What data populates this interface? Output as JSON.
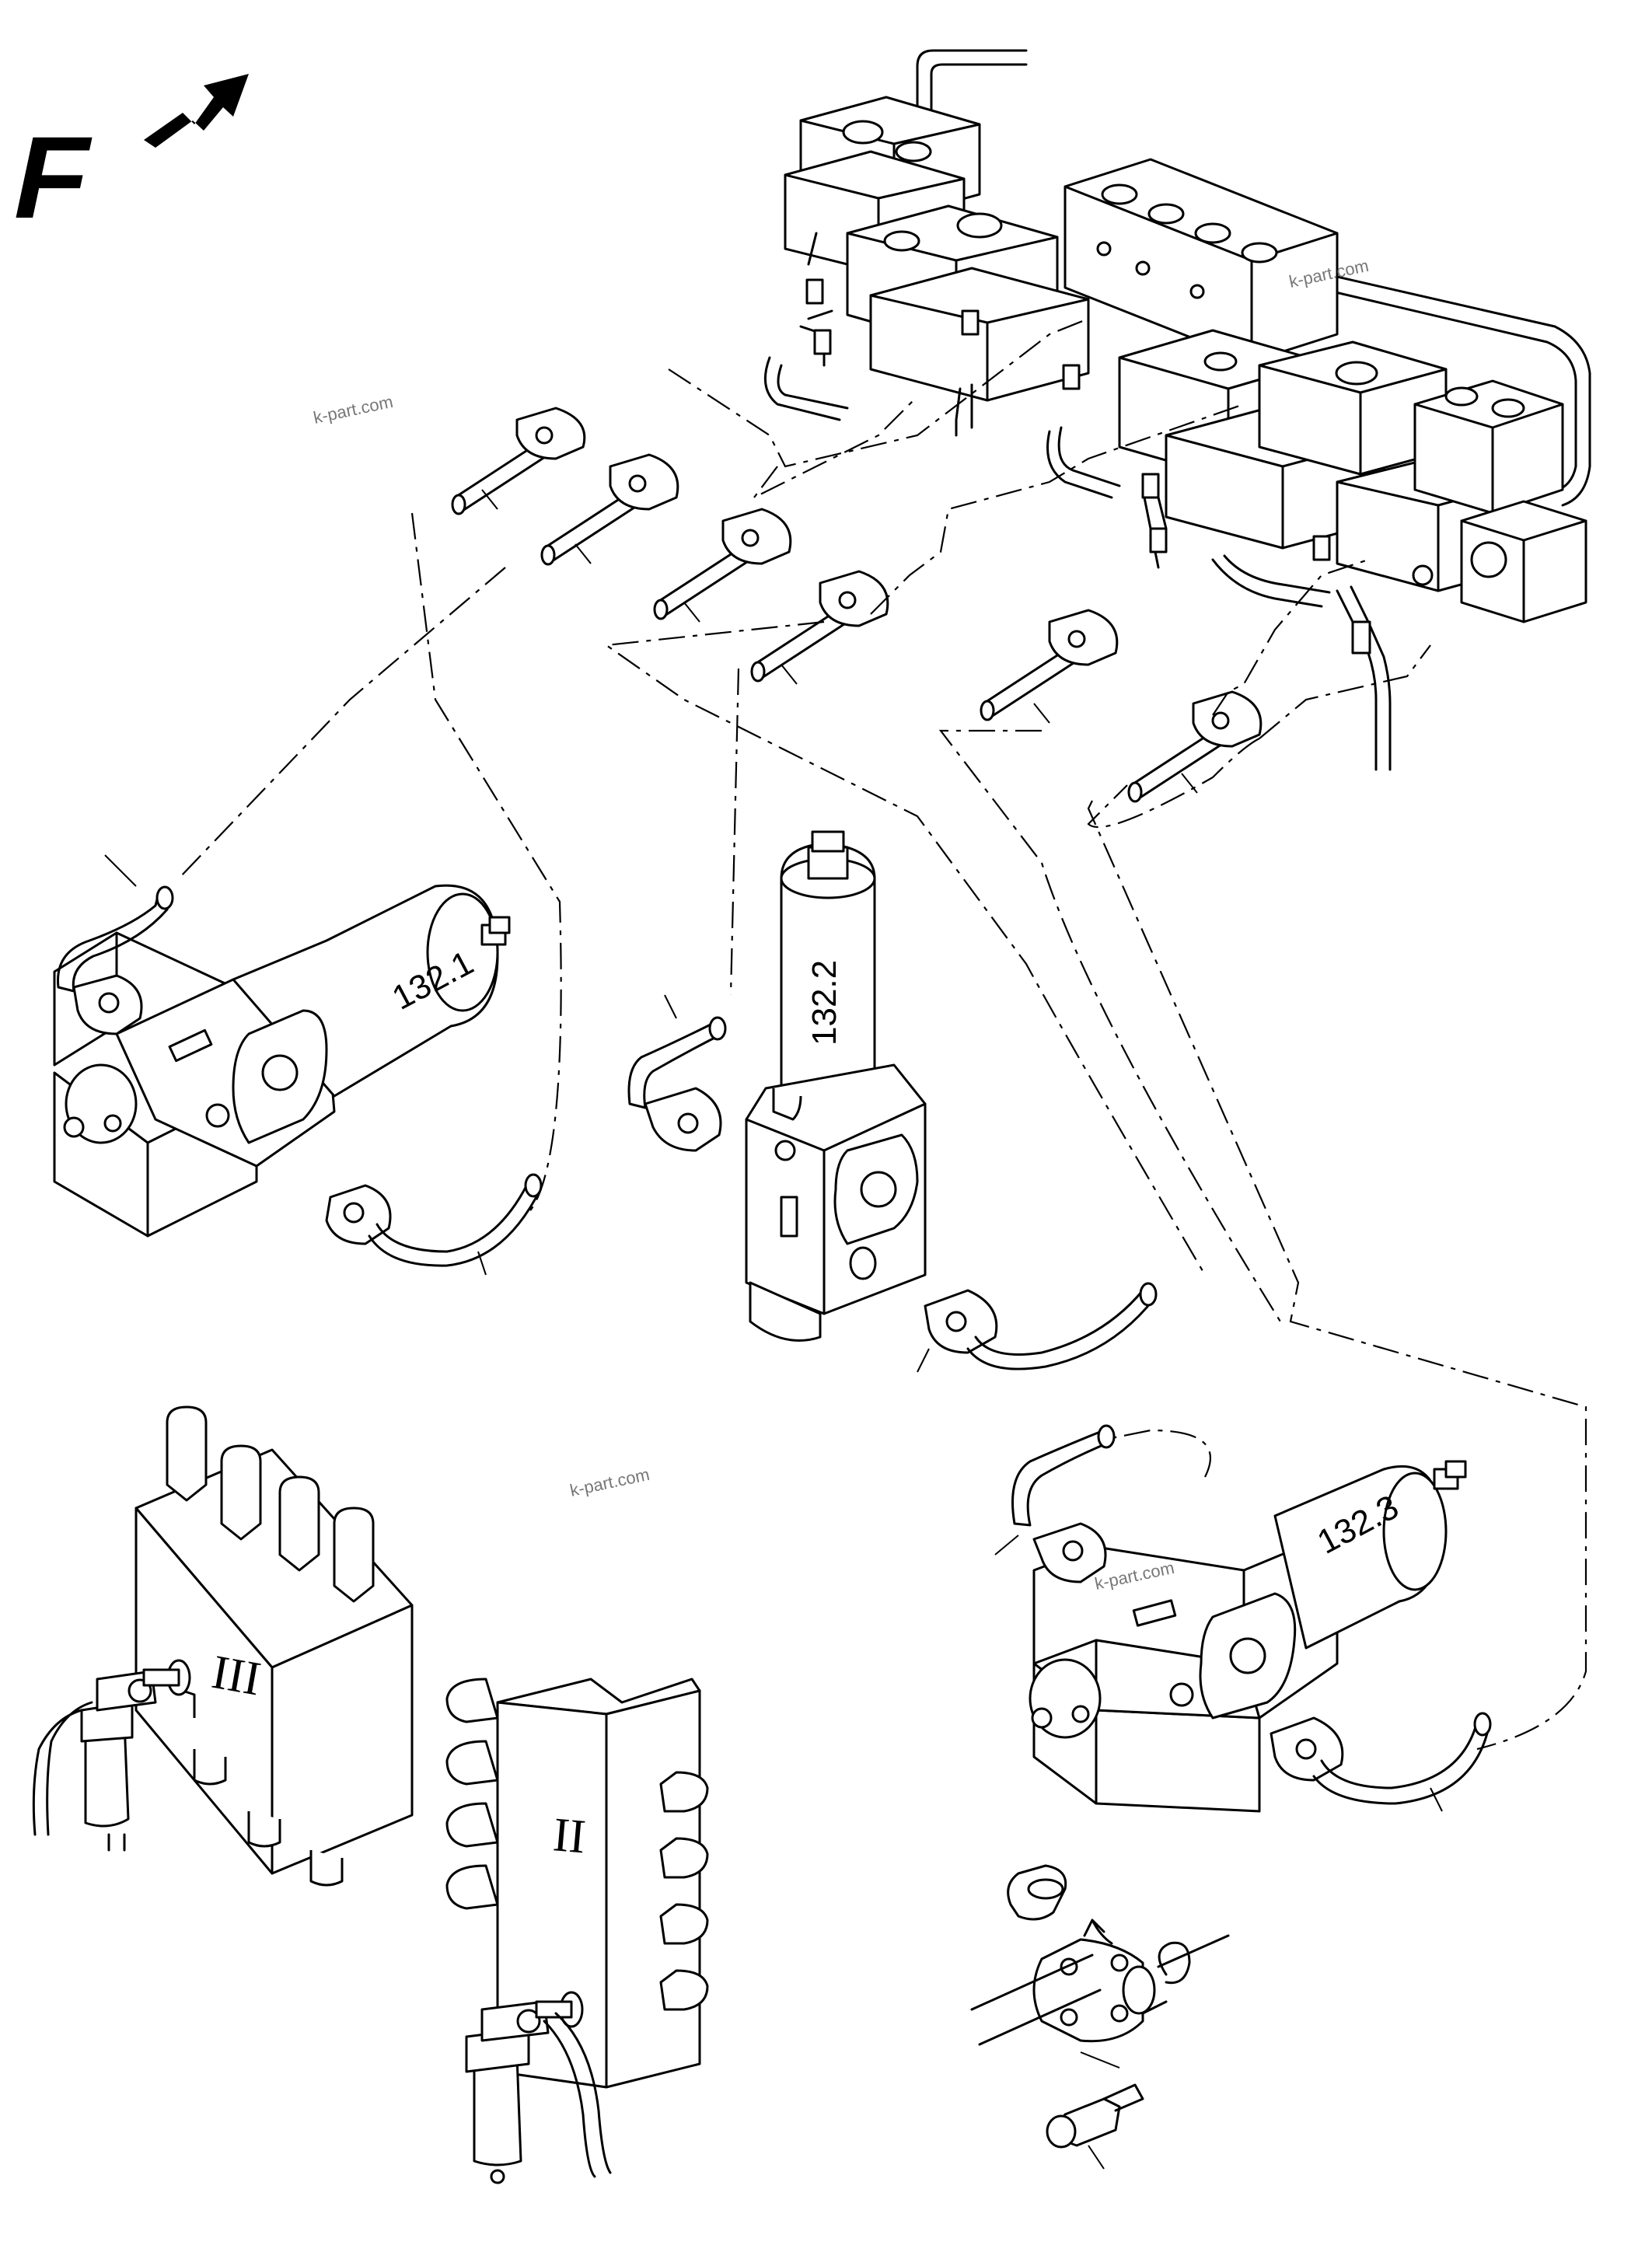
{
  "direction": {
    "letter": "F",
    "arrow_icon": "forward-arrow-icon"
  },
  "pumps": [
    {
      "label": "132.1"
    },
    {
      "label": "132.2"
    },
    {
      "label": "132.3"
    }
  ],
  "manifolds": [
    {
      "label": "III"
    },
    {
      "label": "II"
    }
  ],
  "watermarks": [
    "k-part.com",
    "k-part.com",
    "k-part.com",
    "k-part.com"
  ],
  "colors": {
    "line": "#000000",
    "background": "#ffffff",
    "watermark": "#777777"
  }
}
